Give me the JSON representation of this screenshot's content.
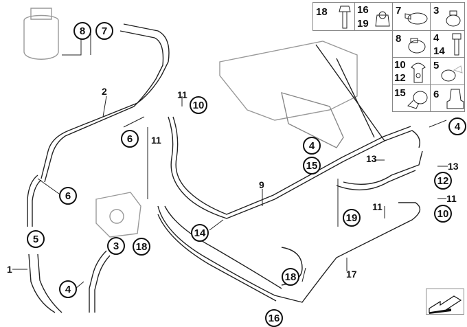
{
  "diagram": {
    "title": "Power steering hydraulic lines parts diagram",
    "callouts": {
      "c8": "8",
      "c7": "7",
      "c2": "2",
      "c6a": "6",
      "c6b": "6",
      "c11a": "11",
      "c10a": "10",
      "c11b": "11",
      "c5": "5",
      "c1": "1",
      "c3": "3",
      "c4a": "4",
      "c18a": "18",
      "c14": "14",
      "c9": "9",
      "c4b": "4",
      "c15": "15",
      "c4c": "4",
      "c13a": "13",
      "c13b": "13",
      "c12": "12",
      "c11c": "11",
      "c11d": "11",
      "c10b": "10",
      "c19": "19",
      "c17": "17",
      "c18b": "18",
      "c16": "16"
    },
    "legend": {
      "cells": [
        {
          "numbers": [
            "18"
          ],
          "part": "bolt"
        },
        {
          "numbers": [
            "16",
            "19"
          ],
          "part": "collar-nut"
        },
        {
          "numbers": [
            "7"
          ],
          "part": "hose-clamp"
        },
        {
          "numbers": [
            "3"
          ],
          "part": "worm-clamp"
        },
        {
          "numbers": [
            "8"
          ],
          "part": "ear-clamp"
        },
        {
          "numbers": [
            "4",
            "14"
          ],
          "part": "hex-bolt"
        },
        {
          "numbers": [
            "10",
            "12"
          ],
          "part": "banjo-bolt"
        },
        {
          "numbers": [
            "5"
          ],
          "part": "spring-clamp"
        },
        {
          "numbers": [
            "15"
          ],
          "part": "p-clip"
        },
        {
          "numbers": [
            "6"
          ],
          "part": "cap-nut"
        }
      ]
    },
    "navigation": {
      "icon": "arrow-icon"
    }
  }
}
